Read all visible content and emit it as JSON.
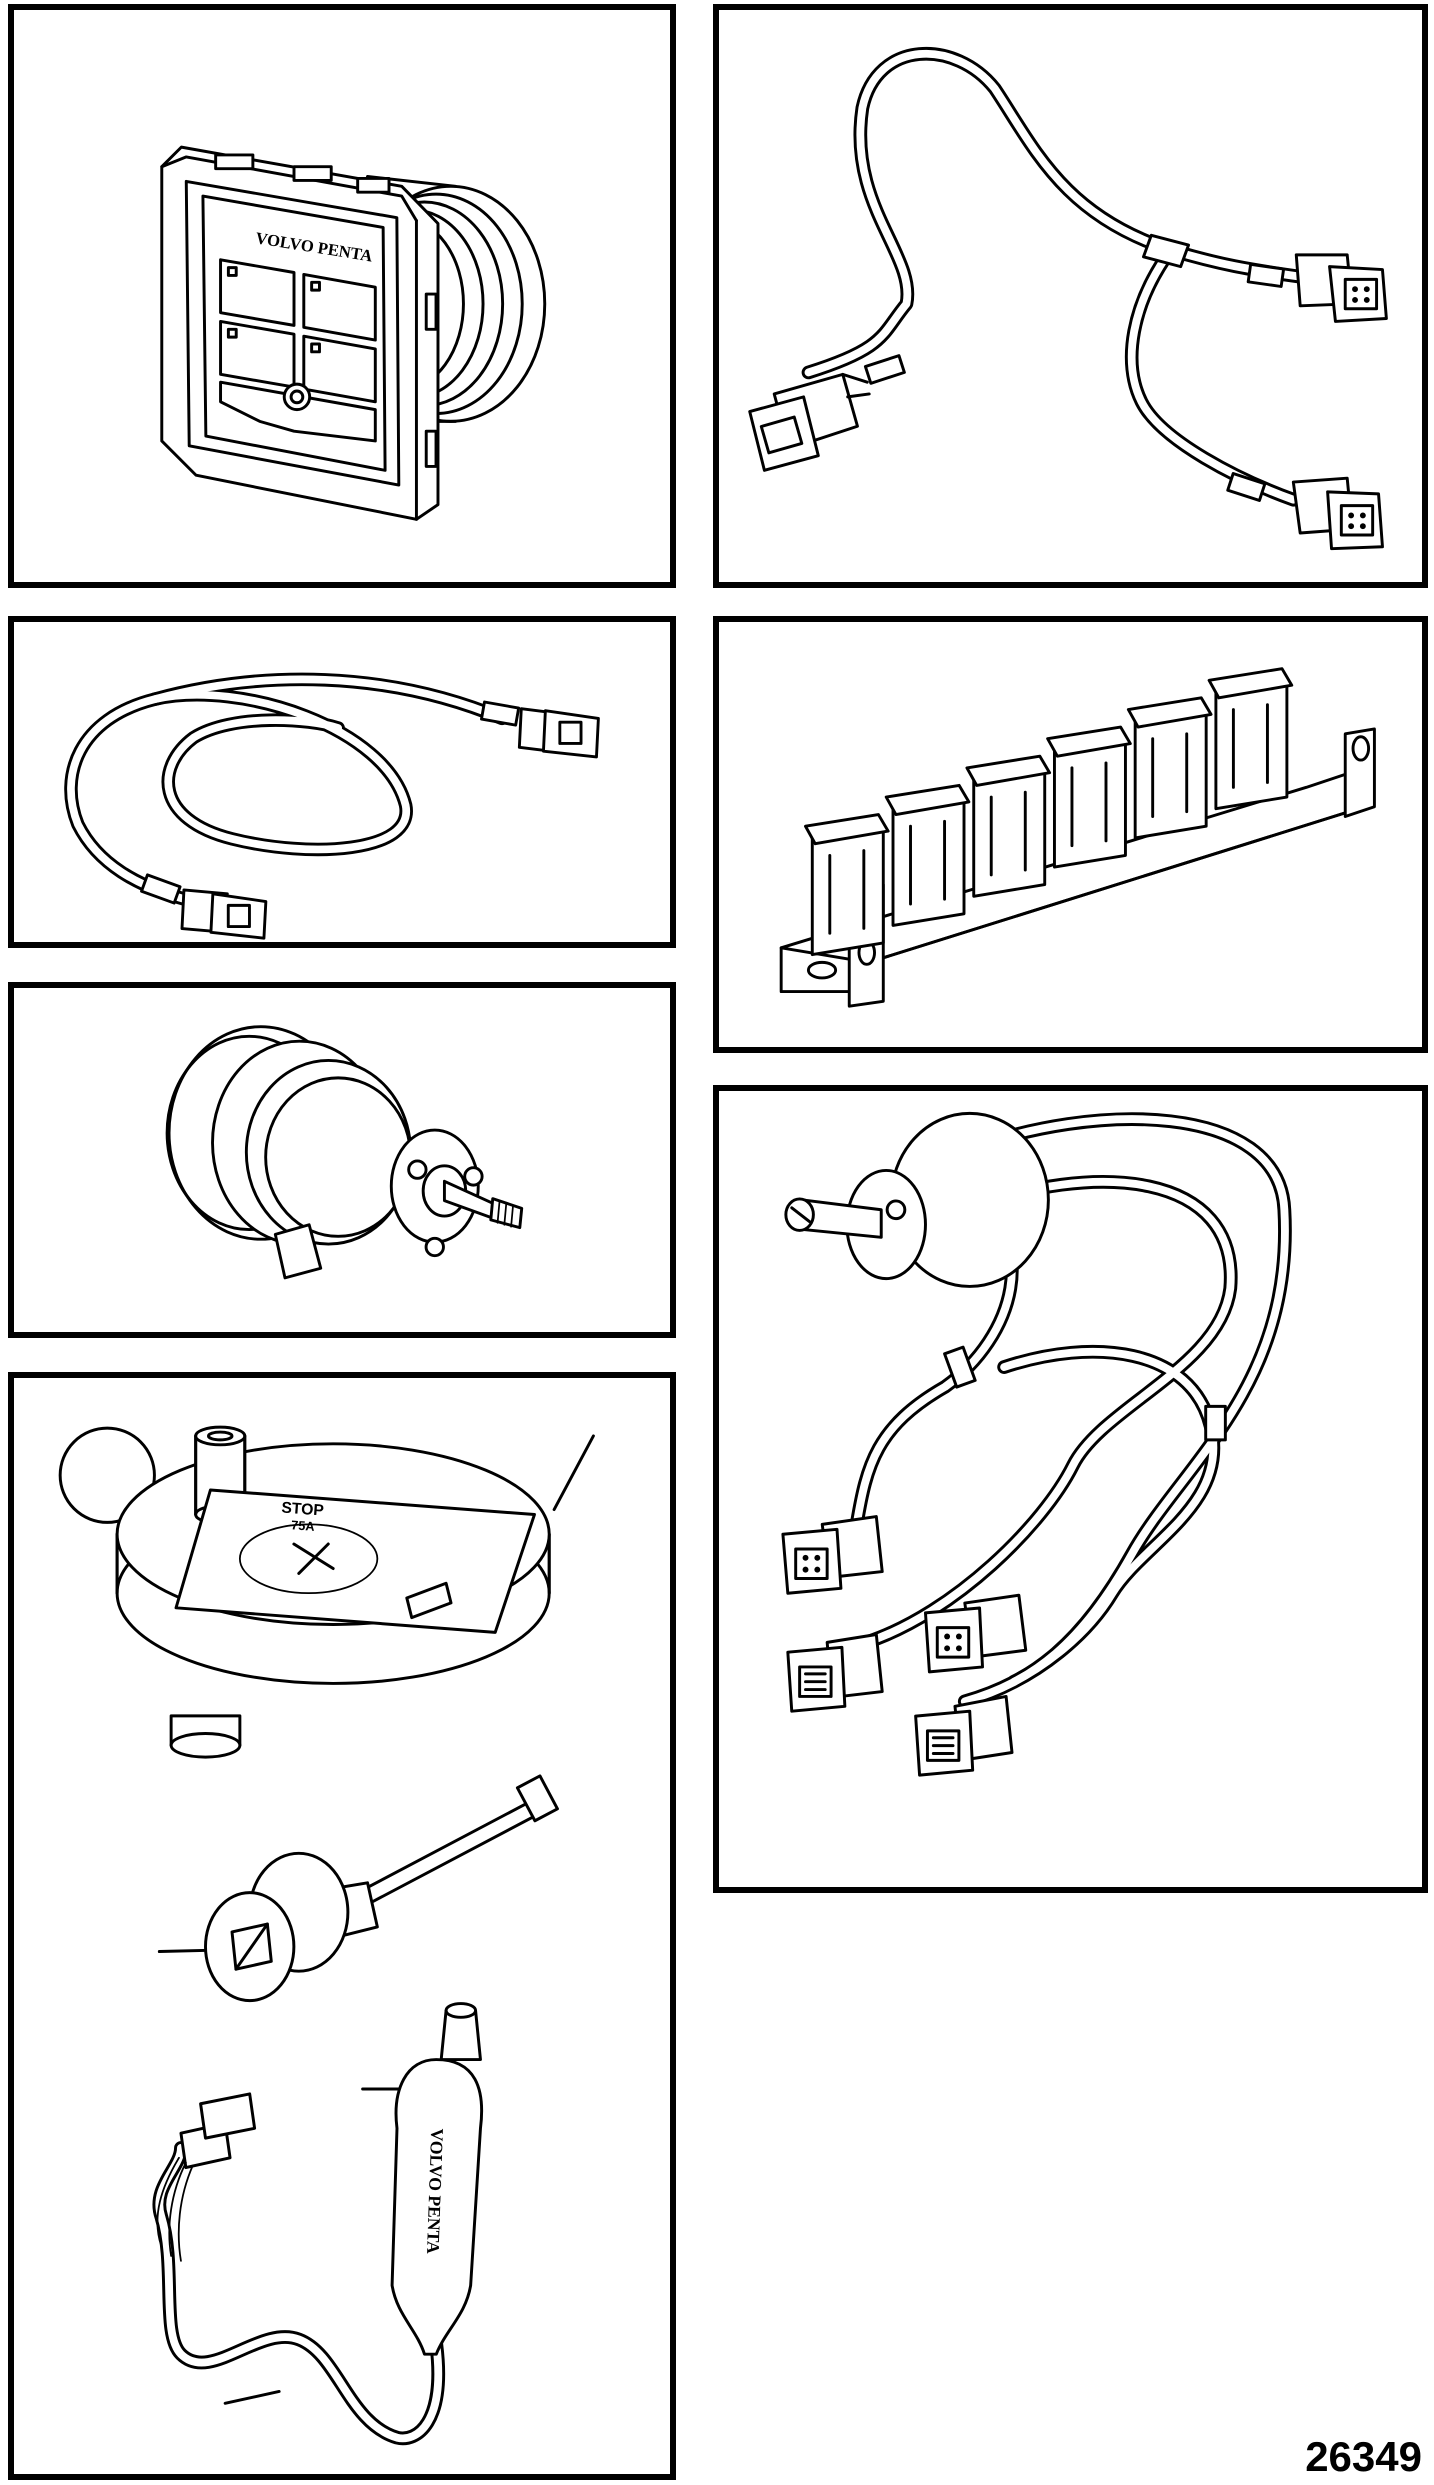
{
  "figure": {
    "number": "26349"
  },
  "control_panel": {
    "brand_text": "VOLVO PENTA"
  },
  "tool_kit": {
    "plate_label_top": "STOP",
    "plate_label_sub": "75A",
    "tester_text": "VOLVO PENTA"
  }
}
